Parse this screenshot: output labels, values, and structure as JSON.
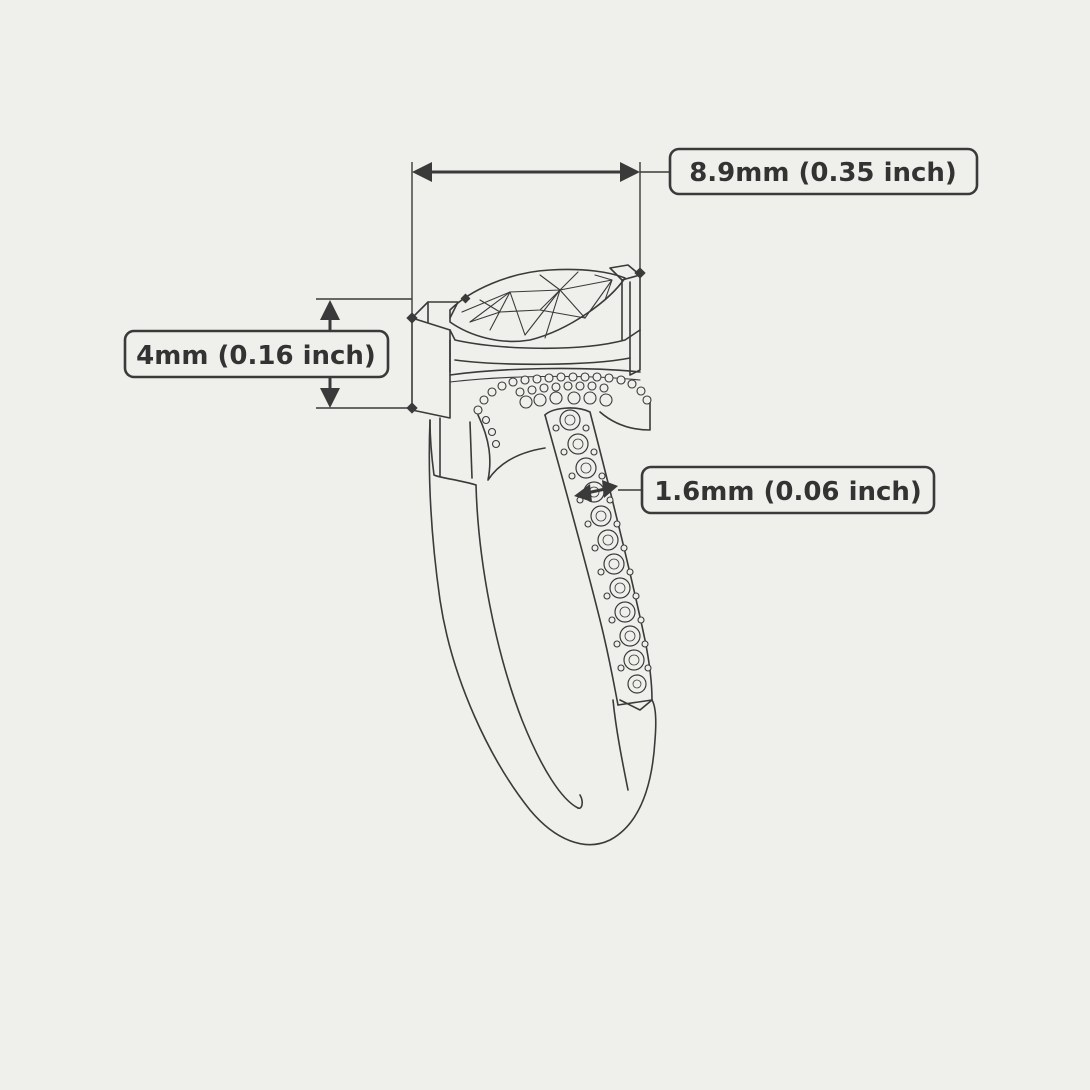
{
  "dimensions": {
    "width_label": "8.9mm (0.35 inch)",
    "height_label": "4mm (0.16 inch)",
    "band_label": "1.6mm (0.06 inch)"
  },
  "colors": {
    "background": "#efefeb",
    "ink": "#3a3a3a"
  }
}
